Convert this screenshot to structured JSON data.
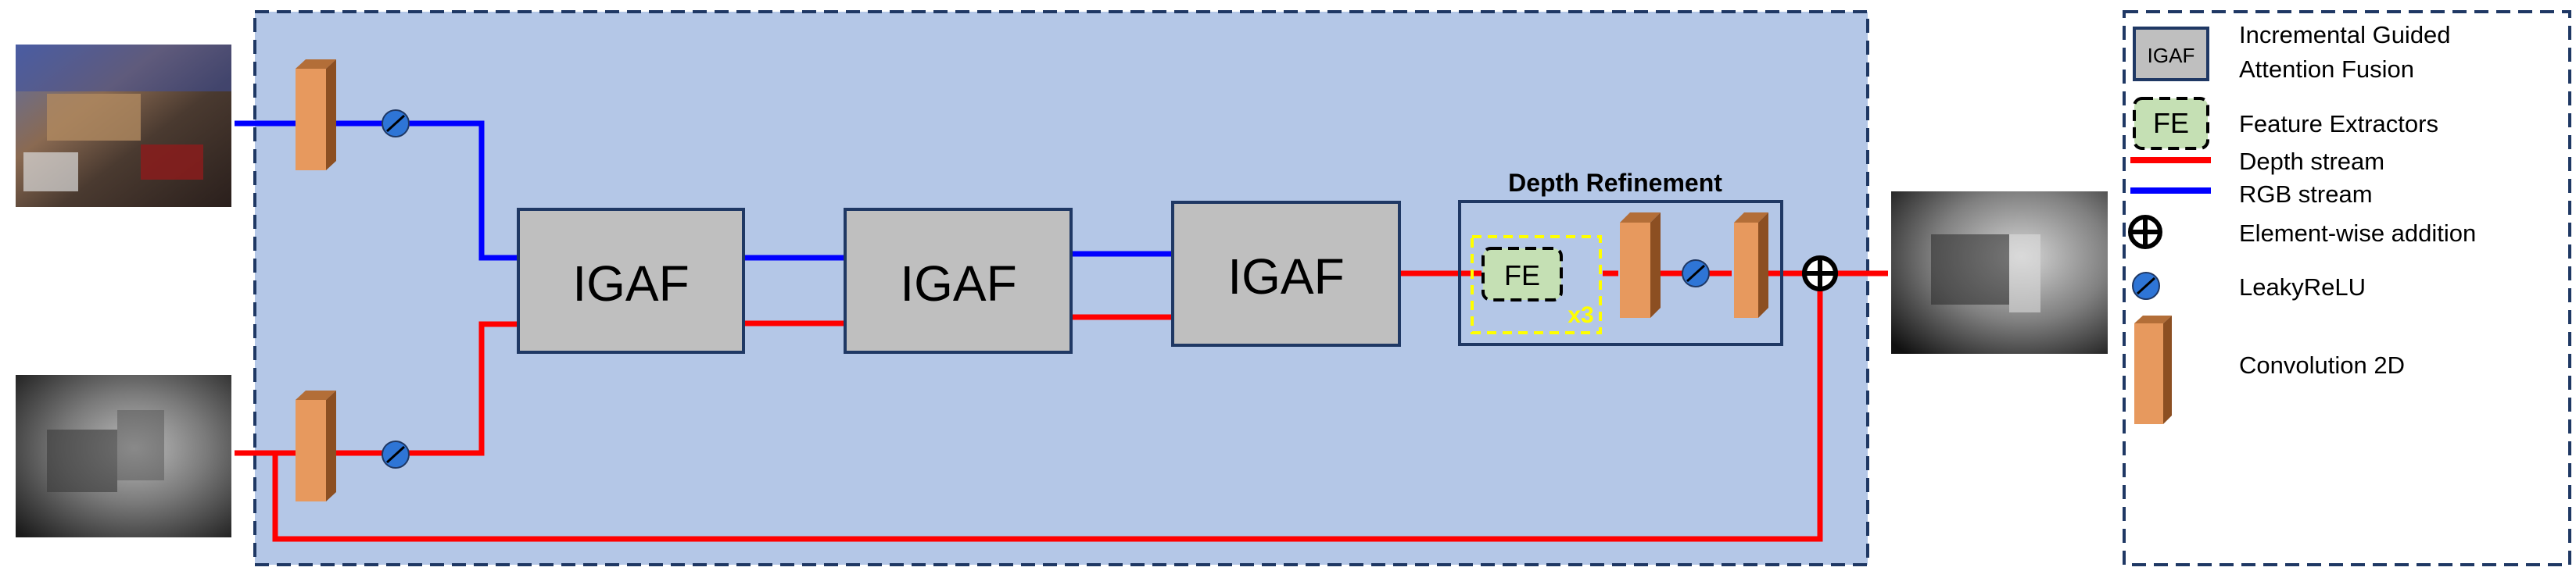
{
  "modules": {
    "igaf_1": "IGAF",
    "igaf_2": "IGAF",
    "igaf_3": "IGAF"
  },
  "depth_refinement": {
    "title": "Depth Refinement",
    "fe_label": "FE",
    "repeat_label": "x3"
  },
  "legend": {
    "igaf_icon_label": "IGAF",
    "igaf_line1": "Incremental Guided",
    "igaf_line2": "Attention Fusion",
    "fe_icon_label": "FE",
    "fe_text": "Feature Extractors",
    "depth_stream": "Depth stream",
    "rgb_stream": "RGB stream",
    "element_wise_addition": "Element-wise addition",
    "leaky_relu": "LeakyReLU",
    "convolution_2d": "Convolution 2D"
  },
  "colors": {
    "depth_stream": "#ff0000",
    "rgb_stream": "#0000ff",
    "panel_fill": "#b4c7e7",
    "igaf_fill": "#bfbfbf",
    "fe_fill": "#c5e0b4",
    "conv_fill": "#e7995e",
    "relu_fill": "#2e75d6",
    "repeat_box": "#ffff00"
  }
}
